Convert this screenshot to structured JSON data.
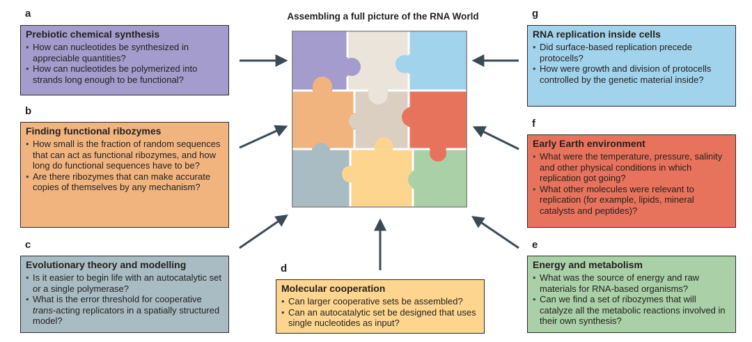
{
  "title": "Assembling a full picture of the RNA World",
  "boxes": {
    "a": {
      "letter": "a",
      "heading": "Prebiotic chemical synthesis",
      "bullets": [
        "How can nucleotides be synthesized in appreciable quantities?",
        "How can nucleotides be polymerized into strands long enough to be functional?"
      ]
    },
    "b": {
      "letter": "b",
      "heading": "Finding functional ribozymes",
      "bullets": [
        "How small is the fraction of random sequences that can act as functional ribozymes, and how long do functional sequences have to be?",
        "Are there ribozymes that can make accurate copies of themselves by any mechanism?"
      ]
    },
    "c": {
      "letter": "c",
      "heading": "Evolutionary theory and modelling",
      "bullets": [
        "Is it easier to begin life with an autocatalytic set or a single polymerase?"
      ],
      "bullet2_pre": "What is the error threshold for cooperative ",
      "bullet2_italic": "trans",
      "bullet2_post": "-acting replicators in a spatially structured model?"
    },
    "d": {
      "letter": "d",
      "heading": "Molecular cooperation",
      "bullets": [
        "Can larger cooperative sets be assembled?",
        "Can an autocatalytic set be designed that uses single nucleotides as input?"
      ]
    },
    "e": {
      "letter": "e",
      "heading": "Energy and metabolism",
      "bullets": [
        "What was the source of energy and raw materials for RNA-based organisms?",
        "Can we find a set of ribozymes that will catalyze all the metabolic reactions involved in their own synthesis?"
      ]
    },
    "f": {
      "letter": "f",
      "heading": "Early Earth environment",
      "bullets": [
        "What were the temperature, pressure, salinity and other physical conditions in which replication got going?",
        "What other molecules were relevant to replication (for example, lipids, mineral catalysts and peptides)?"
      ]
    },
    "g": {
      "letter": "g",
      "heading": "RNA replication inside cells",
      "bullets": [
        "Did surface-based replication precede protocells?",
        "How were growth and division of protocells controlled by the genetic material inside?"
      ]
    }
  },
  "colors": {
    "a": "#a39ccc",
    "b": "#f1b47f",
    "c": "#a9bcc3",
    "d": "#fdd58f",
    "e": "#a9d0a7",
    "f": "#e8735c",
    "g": "#a1d3ec",
    "center": "#dbcfc2",
    "top_middle": "#ebe4da",
    "arrow": "#3a4a55"
  }
}
